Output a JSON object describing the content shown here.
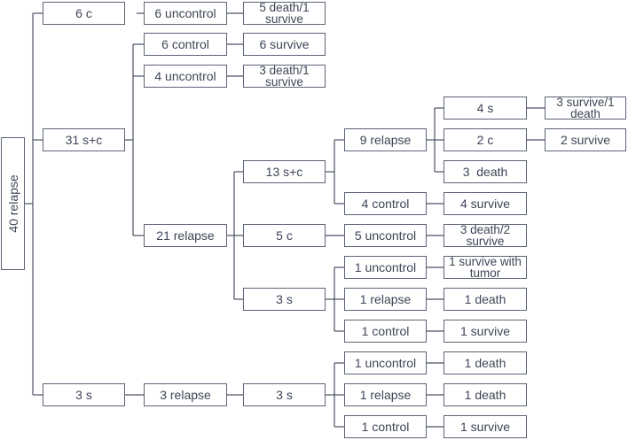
{
  "diagram": {
    "root": "40 relapse",
    "level1": {
      "a": "6 c",
      "b": "31 s+c",
      "c": "3 s"
    },
    "nodes": {
      "a_uncontrol": "6 uncontrol",
      "a_outcome": "5 death/1 survive",
      "b_control": "6 control",
      "b_control_outcome": "6 survive",
      "b_uncontrol": "4 uncontrol",
      "b_uncontrol_outcome": "3 death/1 survive",
      "b_relapse": "21  relapse",
      "sc13": "13 s+c",
      "relapse9": "9 relapse",
      "r9_s": "4 s",
      "r9_s_outcome": "3 survive/1 death",
      "r9_c": "2 c",
      "r9_c_outcome": "2 survive",
      "r9_death": "3  death",
      "control4": "4 control",
      "control4_outcome": "4 survive",
      "c5": "5 c",
      "uncontrol5": "5 uncontrol",
      "uncontrol5_outcome": "3 death/2 survive",
      "s3": "3 s",
      "s3_uncontrol": "1 uncontrol",
      "s3_uncontrol_outcome": "1 survive with tumor",
      "s3_relapse": "1 relapse",
      "s3_relapse_outcome": "1 death",
      "s3_control": "1 control",
      "s3_control_outcome": "1 survive",
      "c_relapse": "3 relapse",
      "c_s3": "3 s",
      "c_uncontrol": "1 uncontrol",
      "c_uncontrol_outcome": "1 death",
      "c_relapse1": "1 relapse",
      "c_relapse1_outcome": "1 death",
      "c_control": "1 control",
      "c_control_outcome": "1 survive"
    }
  }
}
